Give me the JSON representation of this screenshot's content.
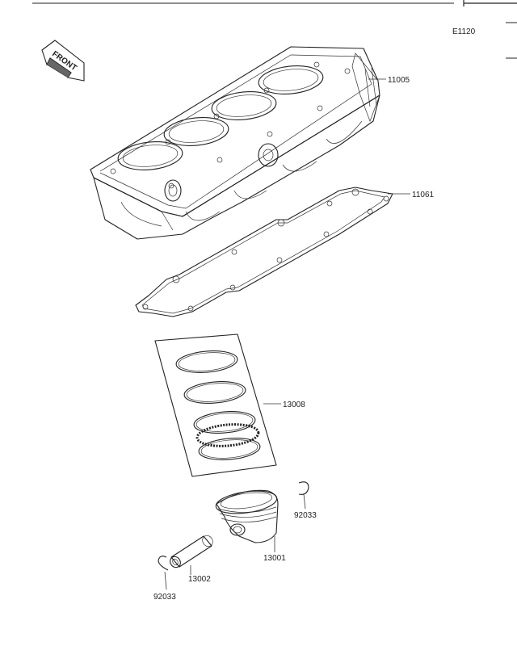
{
  "figure_code": "E1120",
  "front_label": "FRONT",
  "colors": {
    "line": "#222222",
    "background": "#ffffff"
  },
  "callouts": [
    {
      "id": "cylinder",
      "number": "11005"
    },
    {
      "id": "gasket",
      "number": "11061"
    },
    {
      "id": "ring-set",
      "number": "13008"
    },
    {
      "id": "circlip-right",
      "number": "92033"
    },
    {
      "id": "piston",
      "number": "13001"
    },
    {
      "id": "piston-pin",
      "number": "13002"
    },
    {
      "id": "circlip-left",
      "number": "92033"
    }
  ]
}
